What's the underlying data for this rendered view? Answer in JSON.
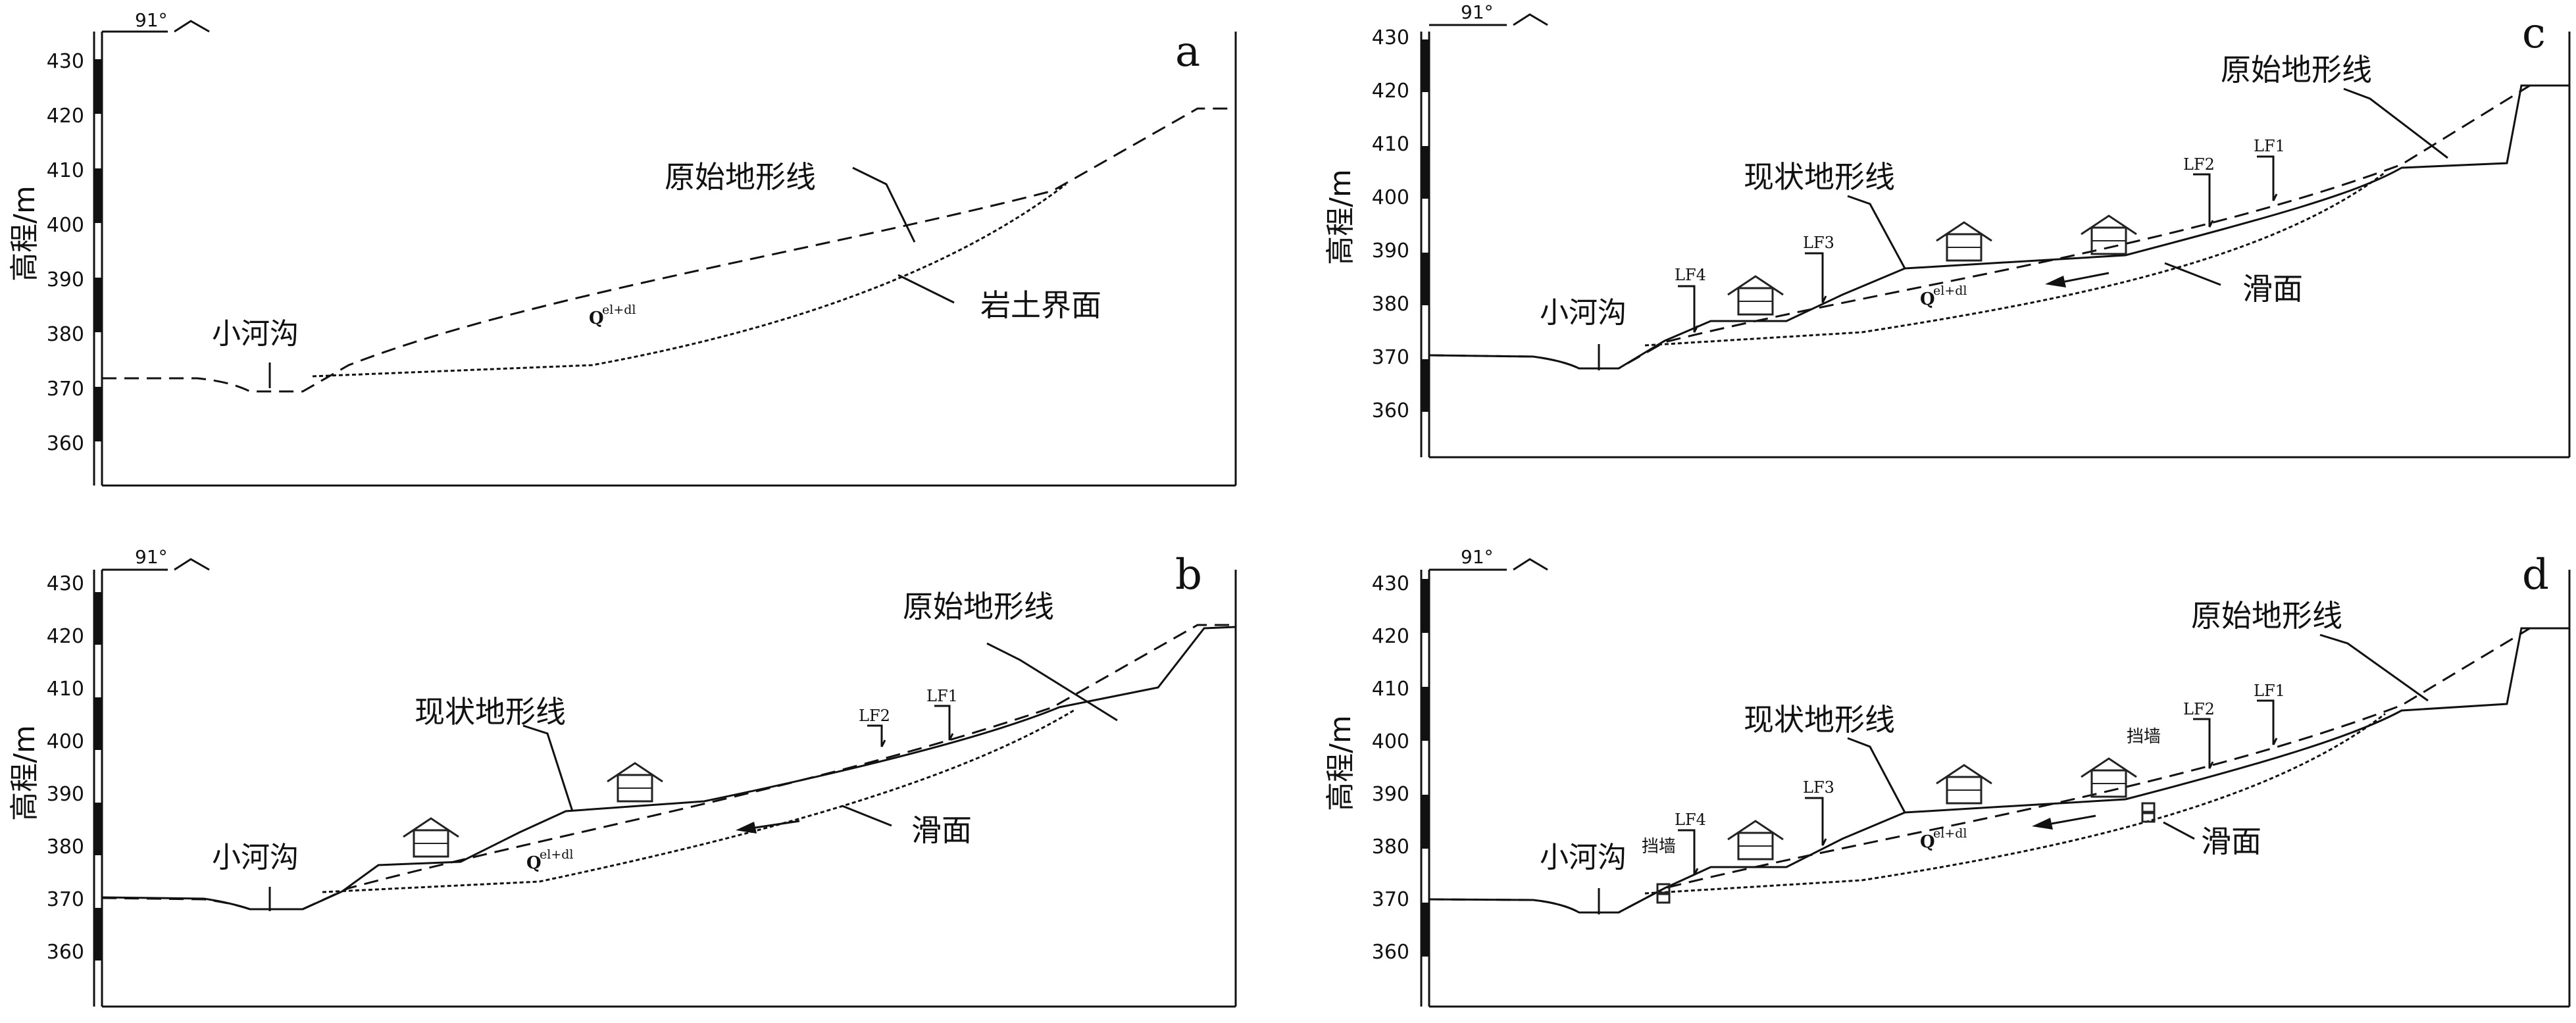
{
  "panels": [
    {
      "letter": "a",
      "y_axis_label": "高程/m",
      "y_ticks": [
        "430",
        "420",
        "410",
        "400",
        "390",
        "380",
        "370",
        "360"
      ],
      "orientation": "91°",
      "labels": {
        "original_terrain": "原始地形线",
        "soil_rock_interface": "岩土界面",
        "creek": "小河沟",
        "deposit": "Q",
        "deposit_sup": "el+dl"
      }
    },
    {
      "letter": "b",
      "y_axis_label": "高程/m",
      "y_ticks": [
        "430",
        "420",
        "410",
        "400",
        "390",
        "380",
        "370",
        "360"
      ],
      "orientation": "91°",
      "labels": {
        "original_terrain": "原始地形线",
        "current_terrain": "现状地形线",
        "slip_surface": "滑面",
        "creek": "小河沟",
        "deposit": "Q",
        "deposit_sup": "el+dl",
        "lf1": "LF1",
        "lf2": "LF2"
      }
    },
    {
      "letter": "c",
      "y_axis_label": "高程/m",
      "y_ticks": [
        "430",
        "420",
        "410",
        "400",
        "390",
        "380",
        "370",
        "360"
      ],
      "orientation": "91°",
      "labels": {
        "original_terrain": "原始地形线",
        "current_terrain": "现状地形线",
        "slip_surface": "滑面",
        "creek": "小河沟",
        "deposit": "Q",
        "deposit_sup": "el+dl",
        "lf1": "LF1",
        "lf2": "LF2",
        "lf3": "LF3",
        "lf4": "LF4"
      }
    },
    {
      "letter": "d",
      "y_axis_label": "高程/m",
      "y_ticks": [
        "430",
        "420",
        "410",
        "400",
        "390",
        "380",
        "370",
        "360"
      ],
      "orientation": "91°",
      "labels": {
        "original_terrain": "原始地形线",
        "current_terrain": "现状地形线",
        "slip_surface": "滑面",
        "creek": "小河沟",
        "deposit": "Q",
        "deposit_sup": "el+dl",
        "lf1": "LF1",
        "lf2": "LF2",
        "lf3": "LF3",
        "lf4": "LF4",
        "retaining_wall_1": "挡墙",
        "retaining_wall_2": "挡墙"
      }
    }
  ]
}
